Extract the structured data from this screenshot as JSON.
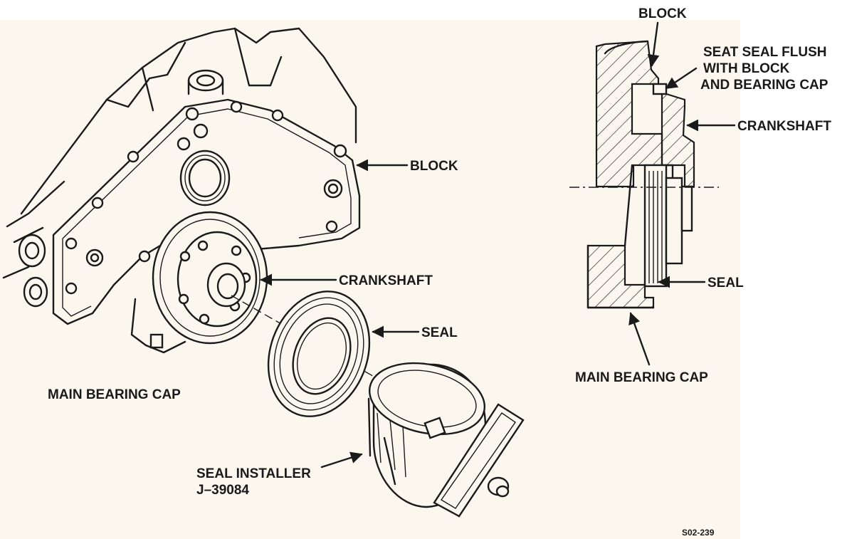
{
  "labels": {
    "block_left": "BLOCK",
    "crankshaft_left": "CRANKSHAFT",
    "seal_left": "SEAL",
    "main_bearing_cap_left": "MAIN BEARING CAP",
    "seal_installer_line1": "SEAL INSTALLER",
    "seal_installer_line2": "J–39084",
    "block_right": "BLOCK",
    "seat_seal_line1": "SEAT SEAL FLUSH",
    "seat_seal_line2": "WITH BLOCK",
    "seat_seal_line3": "AND BEARING CAP",
    "crankshaft_right": "CRANKSHAFT",
    "seal_right": "SEAL",
    "main_bearing_cap_right": "MAIN BEARING CAP",
    "figure_code": "S02-239"
  }
}
